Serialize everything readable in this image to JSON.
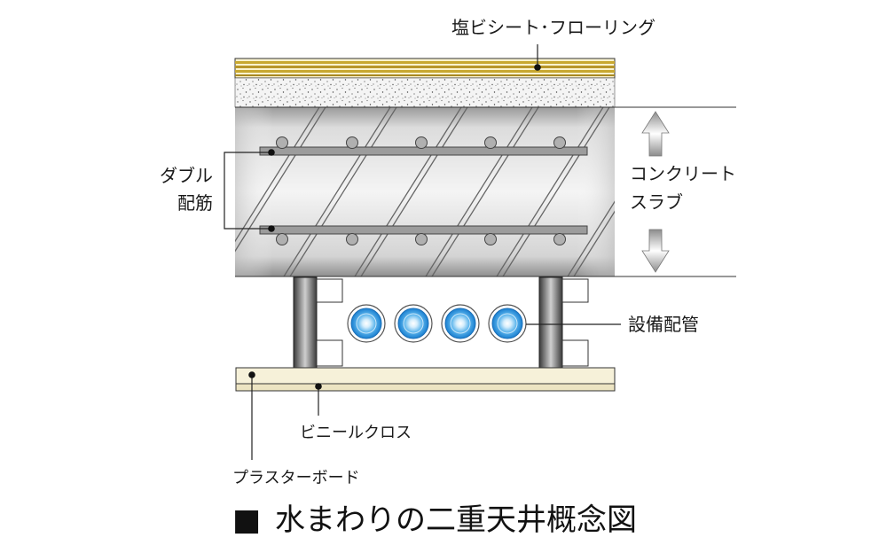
{
  "diagram": {
    "title_marker": "■",
    "title": "水まわりの二重天井概念図",
    "labels": {
      "flooring": "塩ビシート･フローリング",
      "rebar_line1": "ダブル",
      "rebar_line2": "配筋",
      "slab_line1": "コンクリート",
      "slab_line2": "スラブ",
      "piping": "設備配管",
      "vinyl_cloth": "ビニールクロス",
      "plasterboard": "プラスターボード"
    },
    "colors": {
      "flooring": "#c8a830",
      "gravel": "#f2f2f2",
      "concrete": "#d6d6d6",
      "pipe": "#2a8fd8",
      "board": "#f3edd6"
    }
  }
}
